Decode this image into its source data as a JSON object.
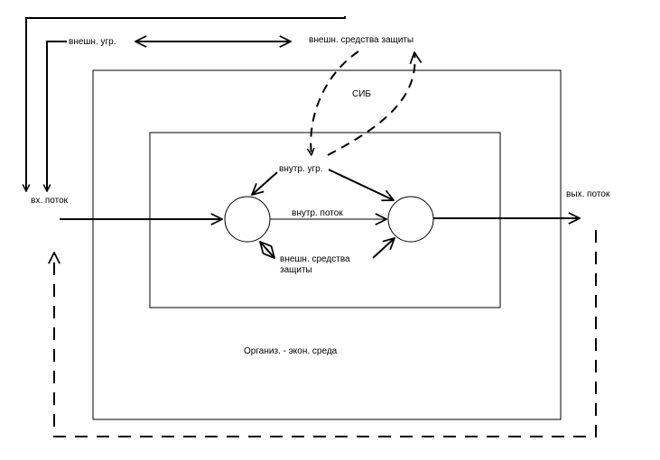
{
  "labels": {
    "ext_threats": "внешн. угр.",
    "ext_protection_top": "внешн. средства защиты",
    "sib": "СИБ",
    "int_threats": "внутр. угр.",
    "input_flow": "вх. поток",
    "output_flow": "вых. поток",
    "internal_flow": "внутр. поток",
    "ext_protection_inner": "внешн. средства защиты",
    "environment": "Организ. - экон. среда"
  },
  "colors": {
    "stroke": "#000000",
    "background": "#ffffff"
  }
}
